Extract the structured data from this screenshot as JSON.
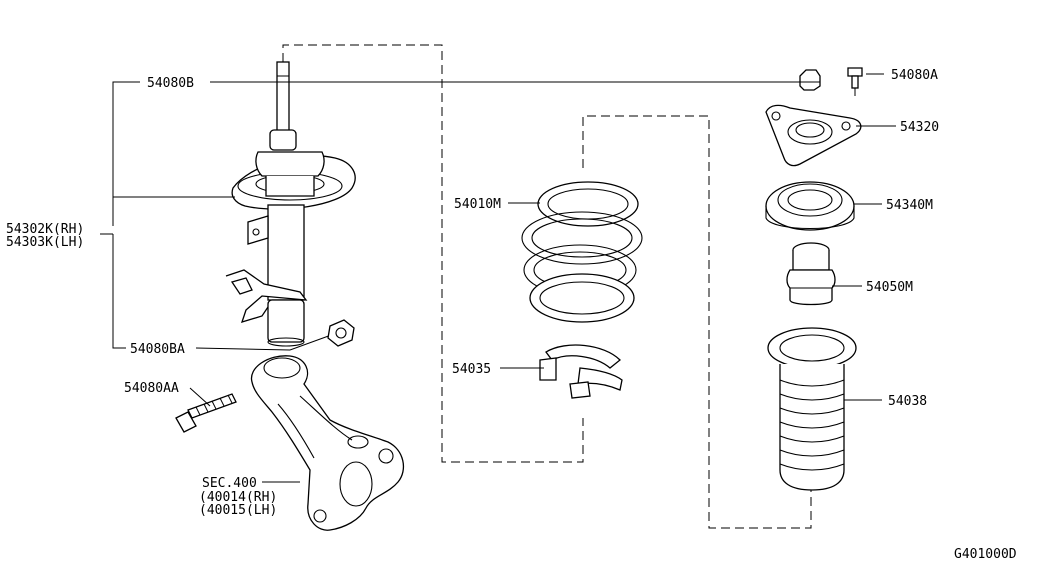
{
  "diagram": {
    "drawing_code": "G401000D",
    "callouts": {
      "c54080B": "54080B",
      "c54080A": "54080A",
      "c54320": "54320",
      "c54340M": "54340M",
      "c54050M": "54050M",
      "c54038": "54038",
      "c54010M": "54010M",
      "c54035": "54035",
      "c54302K": "54302K(RH)",
      "c54303K": "54303K(LH)",
      "c54080BA": "54080BA",
      "c54080AA": "54080AA",
      "sec400": "SEC.400",
      "c40014": "(40014(RH)",
      "c40015": "(40015(LH)"
    }
  }
}
